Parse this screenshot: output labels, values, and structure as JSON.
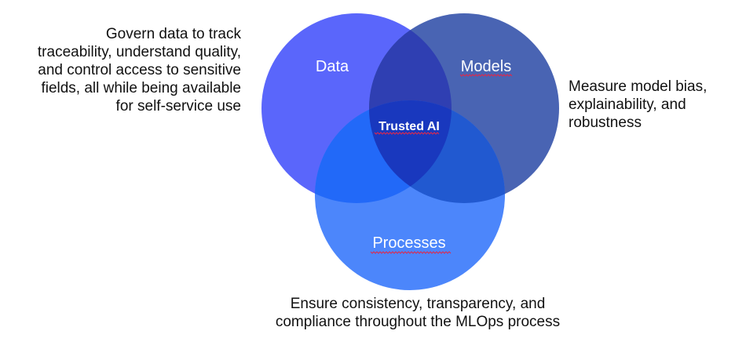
{
  "colors": {
    "data_circle": "#5a66fb",
    "models_circle": "#4964b3",
    "processes_circle": "#4c86fb",
    "overlap_data_models": "#2f3fb2",
    "overlap_data_processes": "#2269f8",
    "overlap_models_processes": "#2159d0",
    "overlap_center": "#1938be",
    "label_text": "#ffffff",
    "description_text": "#111111",
    "spellcheck_underline": "#e0284a"
  },
  "venn": {
    "data_label": "Data",
    "models_label": "Models",
    "processes_label": "Processes",
    "center_label": "Trusted AI"
  },
  "descriptions": {
    "data": [
      "Govern data to track",
      "traceability, understand quality,",
      "and control access to sensitive",
      "fields, all while being available",
      "for self-service use"
    ],
    "models": [
      "Measure model bias,",
      "explainability, and",
      "robustness"
    ],
    "processes": [
      "Ensure consistency, transparency, and",
      "compliance throughout the MLOps process"
    ]
  }
}
